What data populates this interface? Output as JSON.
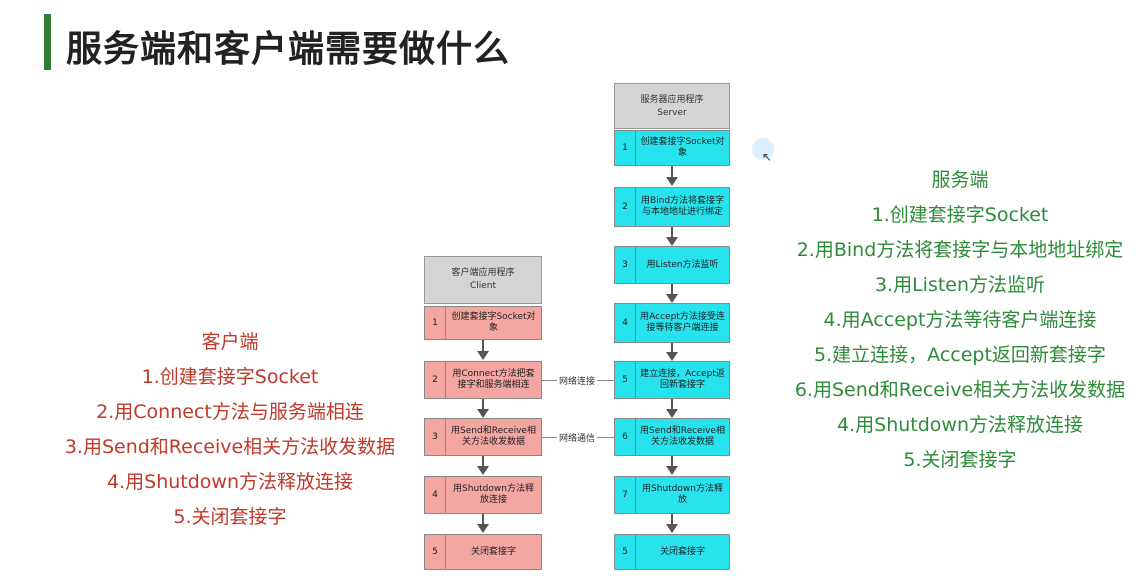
{
  "title": "服务端和客户端需要做什么",
  "client_list": {
    "heading": "客户端",
    "items": [
      "1.创建套接字Socket",
      "2.用Connect方法与服务端相连",
      "3.用Send和Receive相关方法收发数据",
      "4.用Shutdown方法释放连接",
      "5.关闭套接字"
    ]
  },
  "server_list": {
    "heading": "服务端",
    "items": [
      "1.创建套接字Socket",
      "2.用Bind方法将套接字与本地地址绑定",
      "3.用Listen方法监听",
      "4.用Accept方法等待客户端连接",
      "5.建立连接，Accept返回新套接字",
      "6.用Send和Receive相关方法收发数据",
      "4.用Shutdown方法释放连接",
      "5.关闭套接字"
    ]
  },
  "diagram": {
    "client_header": {
      "line1": "客户端应用程序",
      "line2": "Client"
    },
    "server_header": {
      "line1": "服务器应用程序",
      "line2": "Server"
    },
    "client_steps": [
      {
        "num": "1",
        "text": "创建套接字Socket对象"
      },
      {
        "num": "2",
        "text": "用Connect方法把套接字和服务端相连"
      },
      {
        "num": "3",
        "text": "用Send和Receive相关方法收发数据"
      },
      {
        "num": "4",
        "text": "用Shutdown方法释放连接"
      },
      {
        "num": "5",
        "text": "关闭套接字"
      }
    ],
    "server_steps": [
      {
        "num": "1",
        "text": "创建套接字Socket对象"
      },
      {
        "num": "2",
        "text": "用Bind方法将套接字与本地地址进行绑定"
      },
      {
        "num": "3",
        "text": "用Listen方法监听"
      },
      {
        "num": "4",
        "text": "用Accept方法接受连接等待客户端连接"
      },
      {
        "num": "5",
        "text": "建立连接，Accept返回新套接字"
      },
      {
        "num": "6",
        "text": "用Send和Receive相关方法收发数据"
      },
      {
        "num": "7",
        "text": "用Shutdown方法释放"
      },
      {
        "num": "5",
        "text": "关闭套接字"
      }
    ],
    "link_connect": "网络连接",
    "link_comm": "网络通信"
  },
  "colors": {
    "client": "#c0392b",
    "server": "#2e8b3a",
    "client_box": "#f4a6a0",
    "server_box": "#26e3ee"
  }
}
